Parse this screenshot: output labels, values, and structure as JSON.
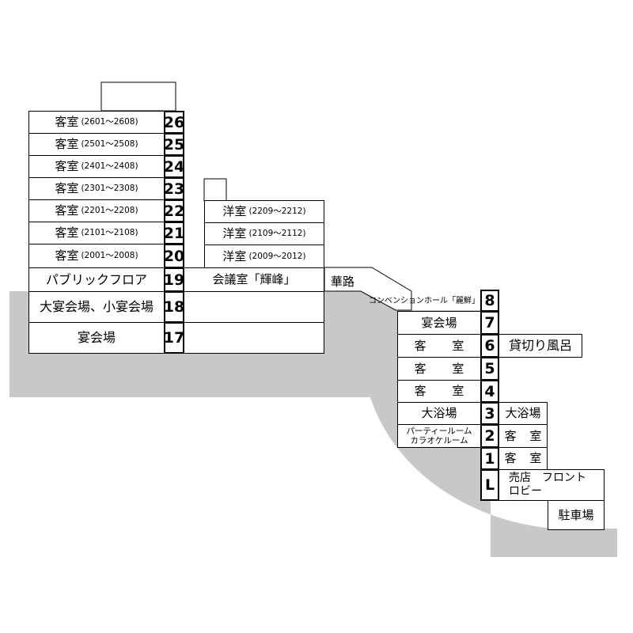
{
  "colors": {
    "ground": "#c8c8c8",
    "line": "#000000",
    "fill": "#ffffff"
  },
  "tower": {
    "rooms": [
      {
        "label": "客室",
        "range": "(2601〜2608)",
        "floor": "26"
      },
      {
        "label": "客室",
        "range": "(2501〜2508)",
        "floor": "25"
      },
      {
        "label": "客室",
        "range": "(2401〜2408)",
        "floor": "24"
      },
      {
        "label": "客室",
        "range": "(2301〜2308)",
        "floor": "23"
      },
      {
        "label": "客室",
        "range": "(2201〜2208)",
        "floor": "22"
      },
      {
        "label": "客室",
        "range": "(2101〜2108)",
        "floor": "21"
      },
      {
        "label": "客室",
        "range": "(2001〜2008)",
        "floor": "20"
      }
    ],
    "public_floor": {
      "label": "パブリックフロア",
      "floor": "19"
    },
    "banquet_large": {
      "label": "大宴会場、小宴会場",
      "floor": "18"
    },
    "banquet": {
      "label": "宴会場",
      "floor": "17"
    }
  },
  "annex": {
    "western": [
      {
        "label": "洋室",
        "range": "(2209〜2212)"
      },
      {
        "label": "洋室",
        "range": "(2109〜2112)"
      },
      {
        "label": "洋室",
        "range": "(2009〜2012)"
      }
    ],
    "conference": "会議室「輝峰」",
    "bridge": "華路"
  },
  "lower": {
    "floors": [
      {
        "label": "コンベンションホール「麗鮮」",
        "floor": "8"
      },
      {
        "label": "宴会場",
        "floor": "7"
      },
      {
        "label": "客 室",
        "floor": "6",
        "side": "貸切り風呂"
      },
      {
        "label": "客 室",
        "floor": "5"
      },
      {
        "label": "客 室",
        "floor": "4"
      },
      {
        "label": "大浴場",
        "floor": "3",
        "side": "大浴場"
      },
      {
        "label_line1": "パーティールーム",
        "label_line2": "カラオケルーム",
        "floor": "2",
        "side": "客 室"
      },
      {
        "floor": "1",
        "side": "客 室"
      },
      {
        "floor": "L",
        "side_line1": "売店　フロント",
        "side_line2": "ロビー"
      }
    ],
    "parking": "駐車場"
  }
}
